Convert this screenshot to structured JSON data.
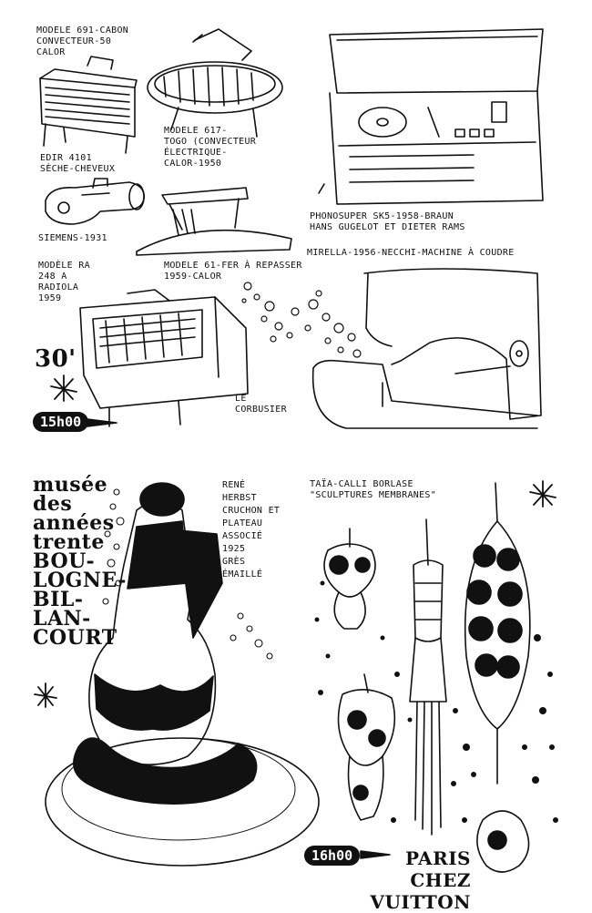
{
  "top": {
    "caption_cabon": "MODELE 691-CABON\nCONVECTEUR-50\nCALOR",
    "caption_togo": "MODELE 617-\nTOGO (CONVECTEUR\nÉLECTRIQUE-\nCALOR-1950",
    "caption_edir": "EDIR 4101\nSÈCHE-CHEVEUX",
    "caption_siemens": "SIEMENS-1931",
    "caption_iron": "MODELE 61-FER À REPASSER\n1959-CALOR",
    "caption_phonosuper": "PHONOSUPER SK5-1958-BRAUN\nHANS GUGELOT ET DIETER RAMS",
    "caption_mirella": "MIRELLA-1956-NECCHI-MACHINE À COUDRE",
    "caption_radiola": "MODÈLE RA\n248 A\nRADIOLA\n1959",
    "caption_corbusier": "LE\nCORBUSIER",
    "time_30": "30'",
    "time_15h00": "15h00"
  },
  "bottom": {
    "museum": "musée\ndes\nannées\ntrente\nBOU-\nLOGNE-\nBIL-\nLAN-\nCOURT",
    "caption_herbst": "RENÉ\nHERBST\nCRUCHON ET\nPLATEAU\nASSOCIÉ\n1925\nGRÈS\nÉMAILLÉ",
    "caption_taia": "TAÏA-CALLI BORLASE\n\"SCULPTURES MEMBRANES\"",
    "time_16h00": "16h00",
    "paris_vuitton": "PARIS\nCHEZ VUITTON"
  },
  "colors": {
    "ink": "#111111",
    "paper": "#ffffff"
  }
}
